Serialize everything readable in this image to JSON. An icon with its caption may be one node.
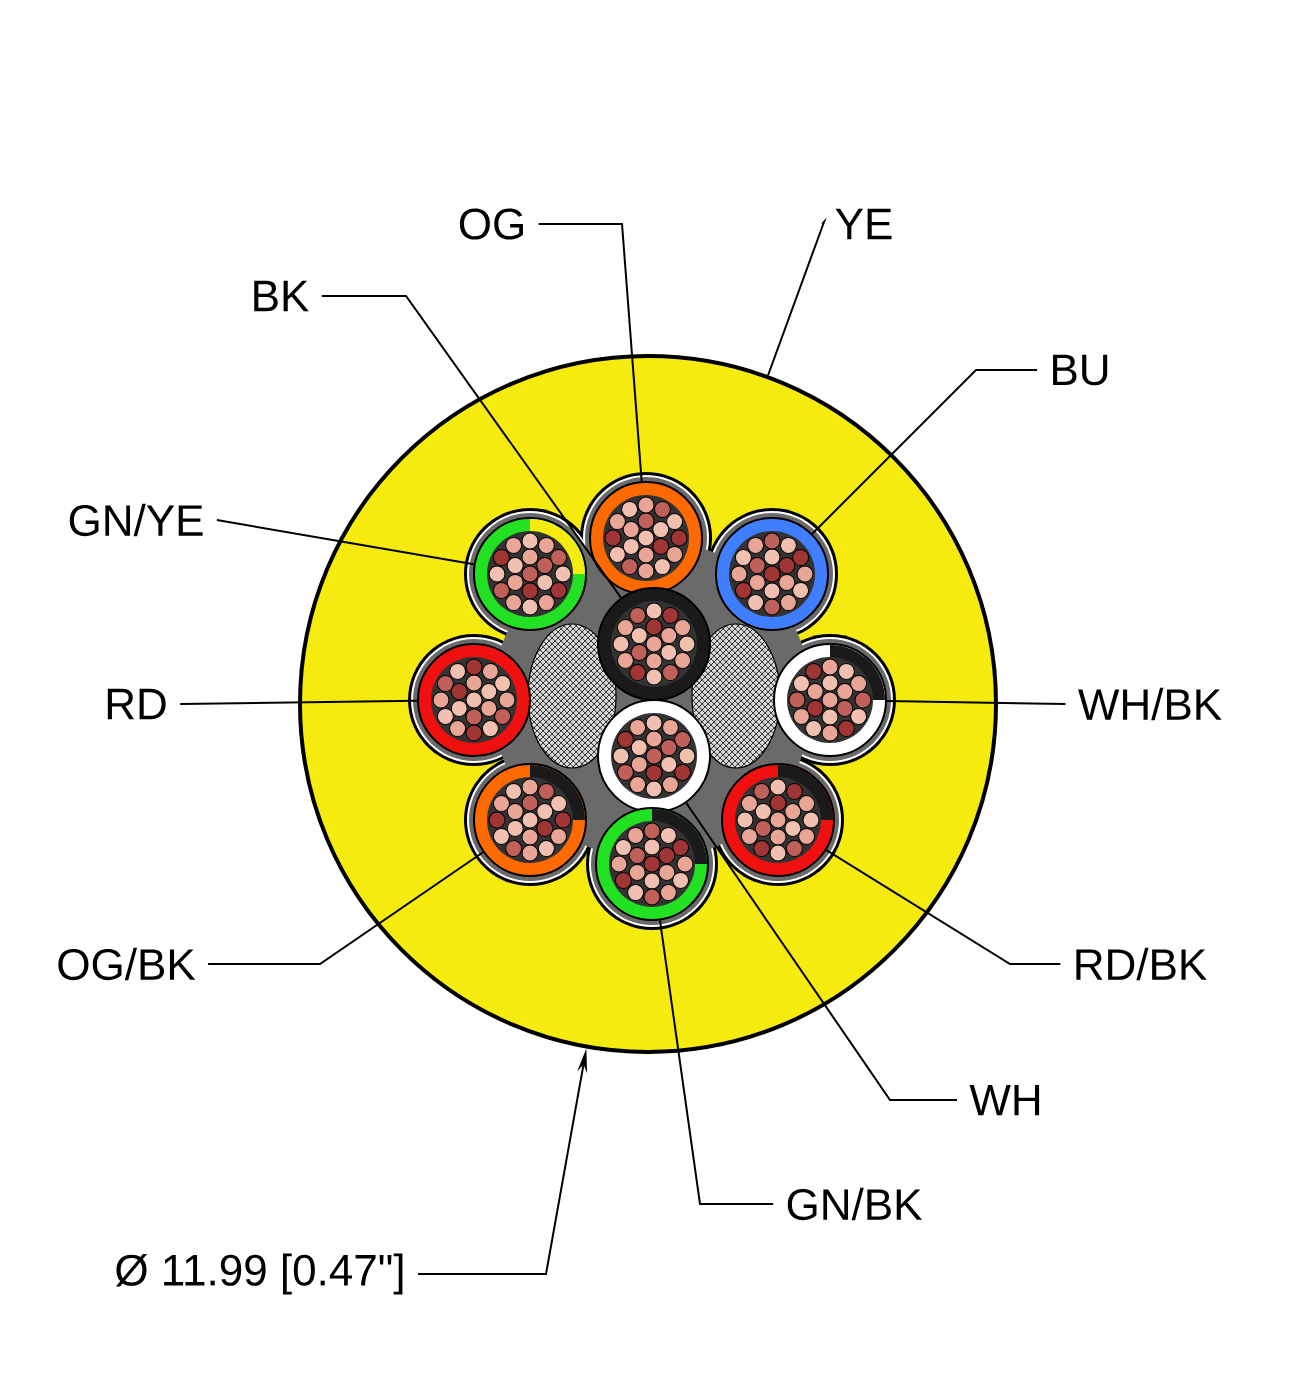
{
  "diagram": {
    "nodes": [
      {
        "text": [],
        "shape": "circle"
      },
      {
        "text": [],
        "shape": "circle",
        "in": 0
      },
      {
        "text": [],
        "shape": "circle",
        "in": 0
      },
      {
        "text": [],
        "shape": "circle",
        "in": 0
      },
      {
        "text": [],
        "shape": "circle",
        "in": 0
      },
      {
        "text": [],
        "shape": "circle",
        "in": 0
      },
      {
        "text": [],
        "shape": "circle",
        "in": 0
      },
      {
        "text": [],
        "shape": "circle",
        "in": 0
      },
      {
        "text": [],
        "shape": "circle",
        "in": 0
      },
      {
        "text": [],
        "shape": "circle",
        "in": 0
      },
      {
        "text": [],
        "shape": "circle",
        "in": 0
      },
      {
        "text": [
          "OG"
        ]
      },
      {
        "text": [
          "YE"
        ]
      },
      {
        "text": [
          "BK"
        ]
      },
      {
        "text": [
          "BU"
        ]
      },
      {
        "text": [
          "GN/YE"
        ]
      },
      {
        "text": [
          "RD"
        ]
      },
      {
        "text": [
          "WH/BK"
        ]
      },
      {
        "text": [
          "OG/BK"
        ]
      },
      {
        "text": [
          "RD/BK"
        ]
      },
      {
        "text": [
          "WH"
        ]
      },
      {
        "text": [
          "GN/BK"
        ]
      },
      {
        "text": [
          "Ø 11.99 [0.47\"]"
        ]
      }
    ],
    "edges": [
      {
        "from": 11,
        "to": 2,
        "arrow": "none"
      },
      {
        "from": 12,
        "to": 0,
        "arrow": "none"
      },
      {
        "from": 13,
        "to": 4,
        "arrow": "none"
      },
      {
        "from": 14,
        "to": 3,
        "arrow": "none"
      },
      {
        "from": 15,
        "to": 1,
        "arrow": "none"
      },
      {
        "from": 16,
        "to": 5,
        "arrow": "none"
      },
      {
        "from": 17,
        "to": 6,
        "arrow": "none"
      },
      {
        "from": 18,
        "to": 8,
        "arrow": "none"
      },
      {
        "from": 19,
        "to": 10,
        "arrow": "none"
      },
      {
        "from": 20,
        "to": 7,
        "arrow": "none"
      },
      {
        "from": 21,
        "to": 9,
        "arrow": "none"
      },
      {
        "from": 22,
        "to": 0,
        "arrow": "to"
      }
    ]
  }
}
